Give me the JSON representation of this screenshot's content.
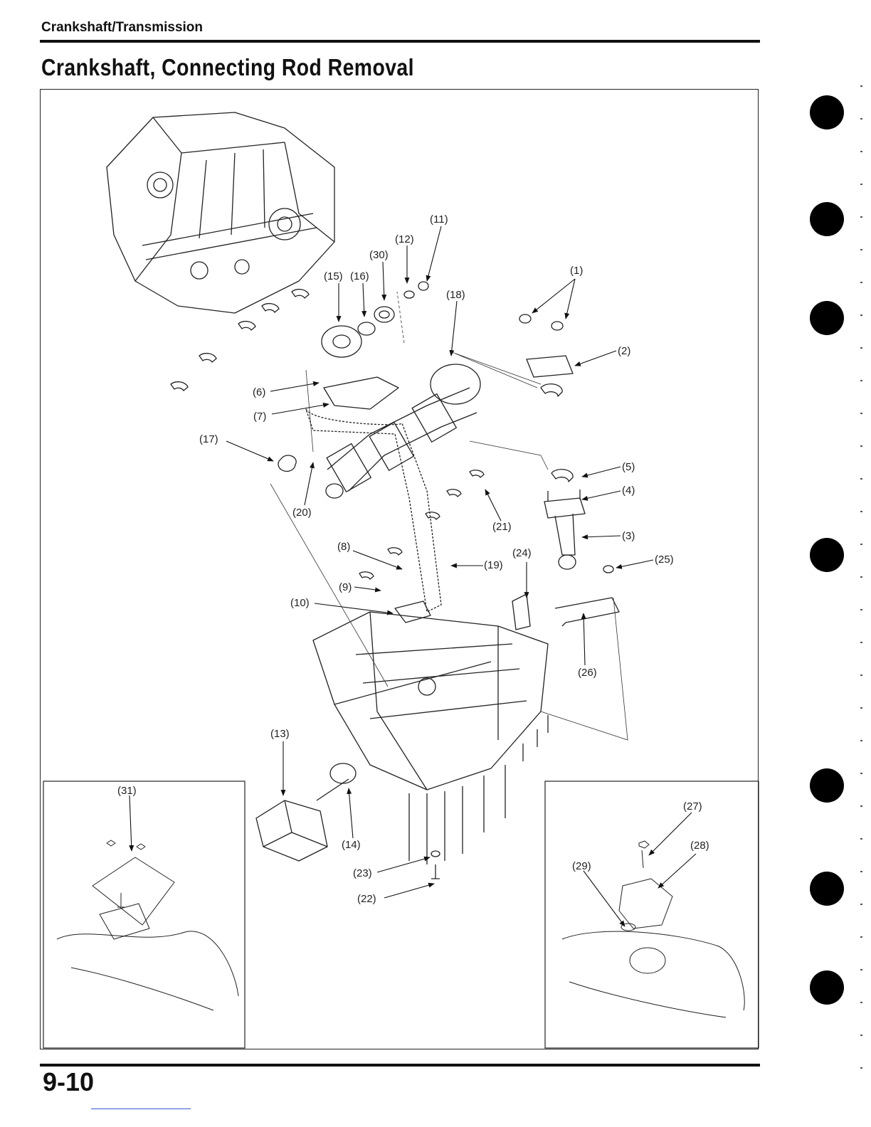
{
  "header": {
    "section": "Crankshaft/Transmission"
  },
  "title": "Crankshaft, Connecting Rod Removal",
  "footer": {
    "page_number": "9-10"
  },
  "callouts": {
    "c1": "(1)",
    "c2": "(2)",
    "c3": "(3)",
    "c4": "(4)",
    "c5": "(5)",
    "c6": "(6)",
    "c7": "(7)",
    "c8": "(8)",
    "c9": "(9)",
    "c10": "(10)",
    "c11": "(11)",
    "c12": "(12)",
    "c13": "(13)",
    "c14": "(14)",
    "c15": "(15)",
    "c16": "(16)",
    "c17": "(17)",
    "c18": "(18)",
    "c19": "(19)",
    "c20": "(20)",
    "c21": "(21)",
    "c22": "(22)",
    "c23": "(23)",
    "c24": "(24)",
    "c25": "(25)",
    "c26": "(26)",
    "c27": "(27)",
    "c28": "(28)",
    "c29": "(29)",
    "c30": "(30)",
    "c31": "(31)"
  },
  "colors": {
    "ink": "#111111",
    "paper": "#ffffff",
    "link": "#3a55d6"
  }
}
